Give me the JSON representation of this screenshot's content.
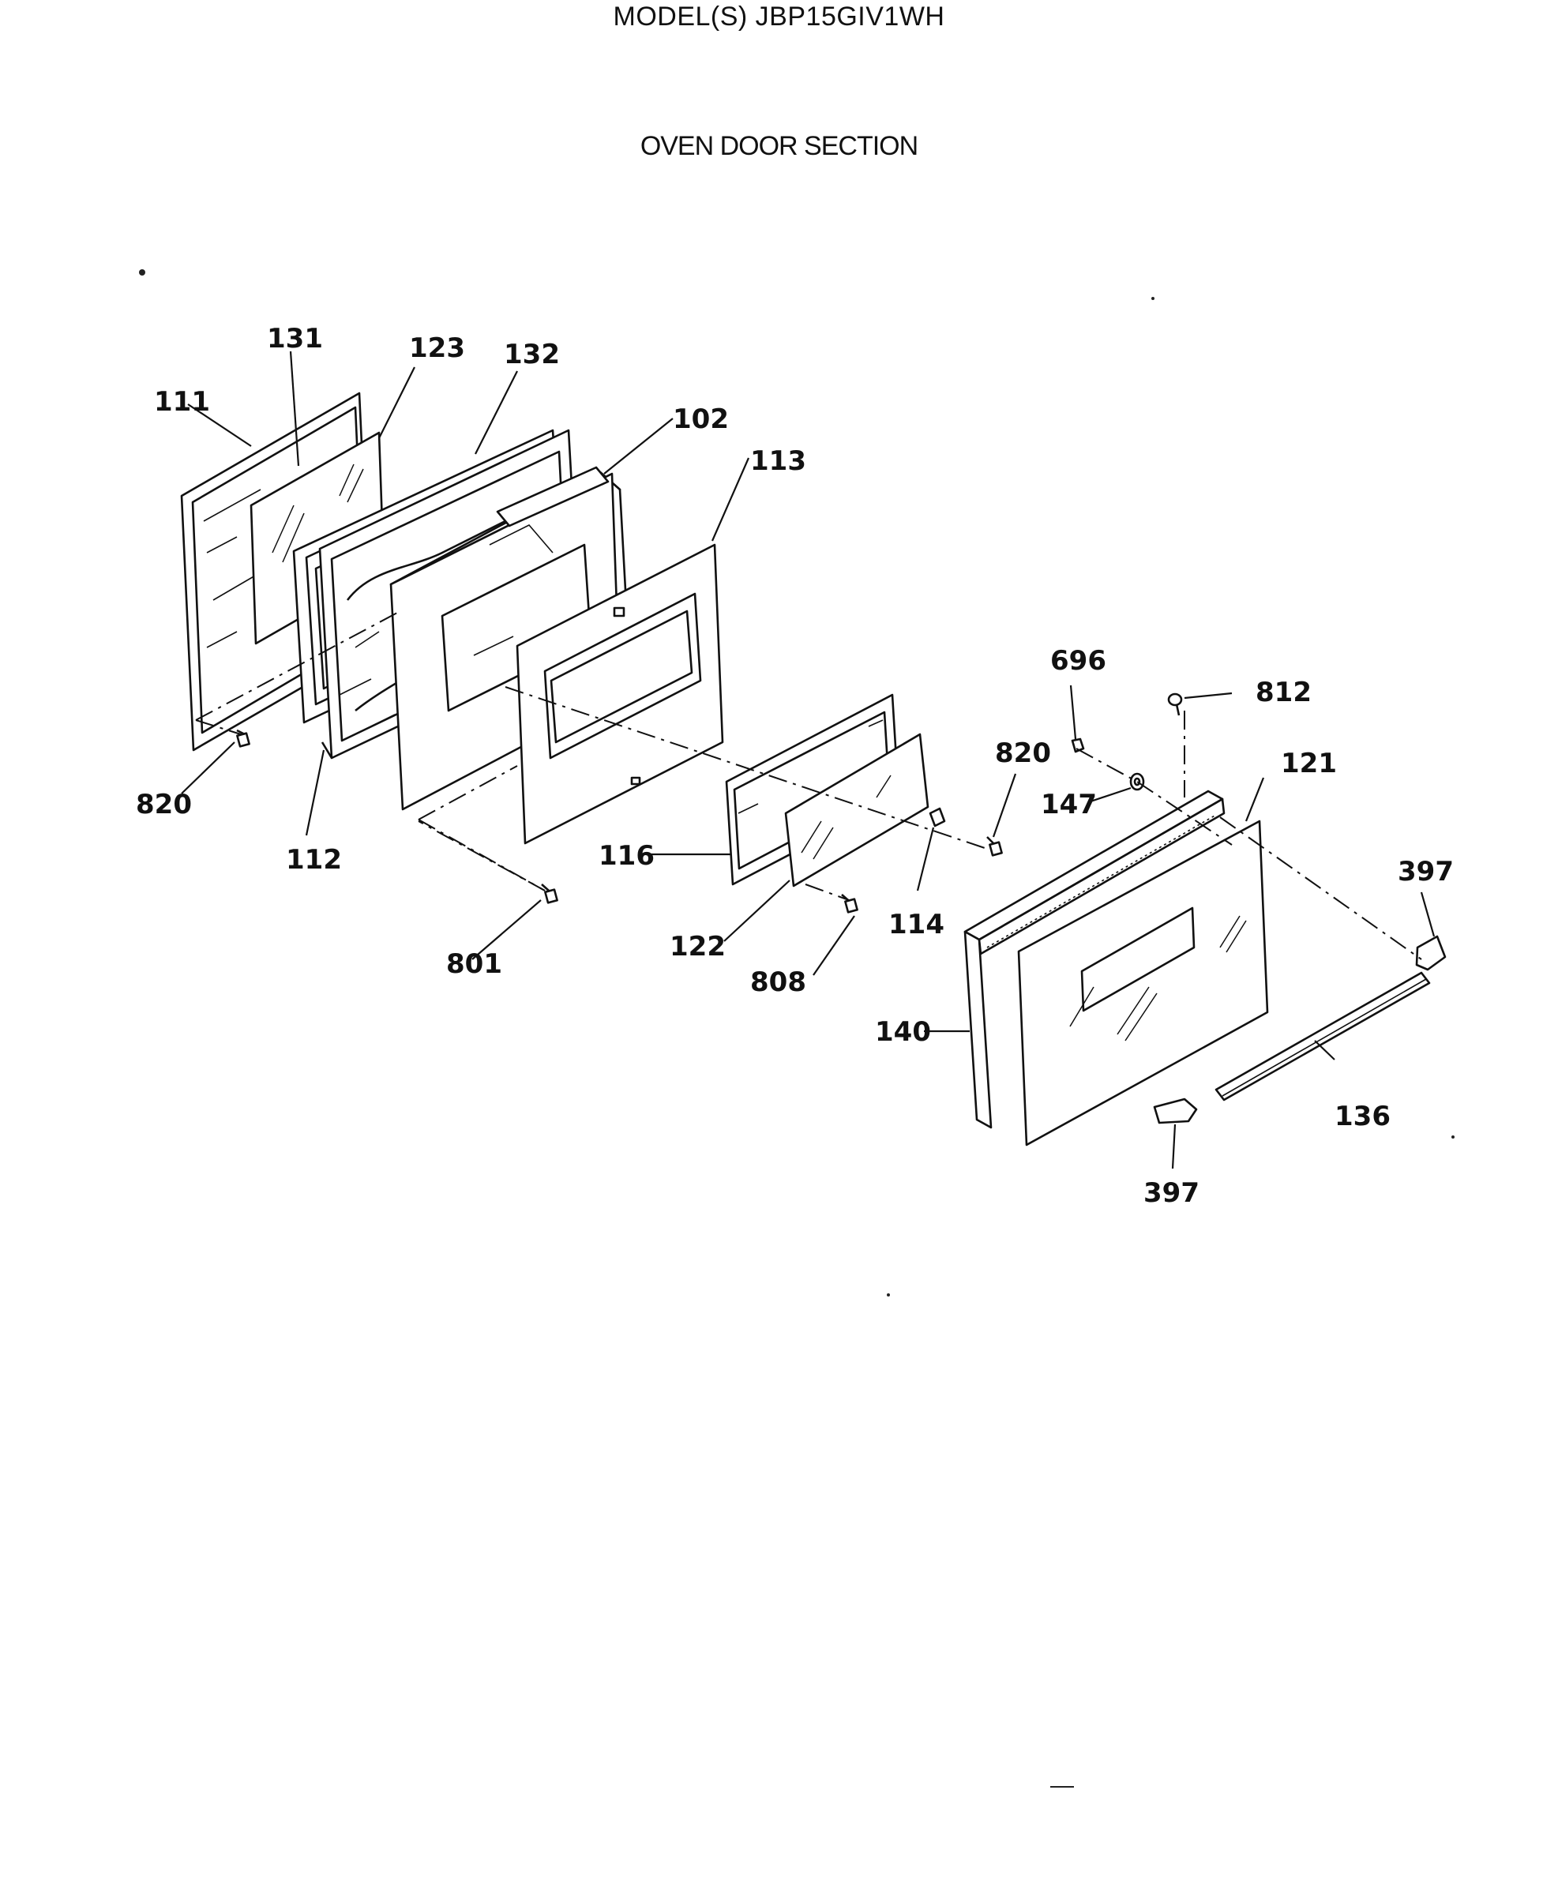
{
  "header": {
    "model": "MODEL(S) JBP15GIV1WH",
    "section": "OVEN DOOR SECTION"
  },
  "callouts": {
    "c111": "111",
    "c131": "131",
    "c123": "123",
    "c132": "132",
    "c102": "102",
    "c113": "113",
    "c820a": "820",
    "c112": "112",
    "c801": "801",
    "c116": "116",
    "c122": "122",
    "c808": "808",
    "c114": "114",
    "c820b": "820",
    "c696": "696",
    "c812": "812",
    "c147": "147",
    "c121": "121",
    "c397a": "397",
    "c140": "140",
    "c136": "136",
    "c397b": "397"
  }
}
